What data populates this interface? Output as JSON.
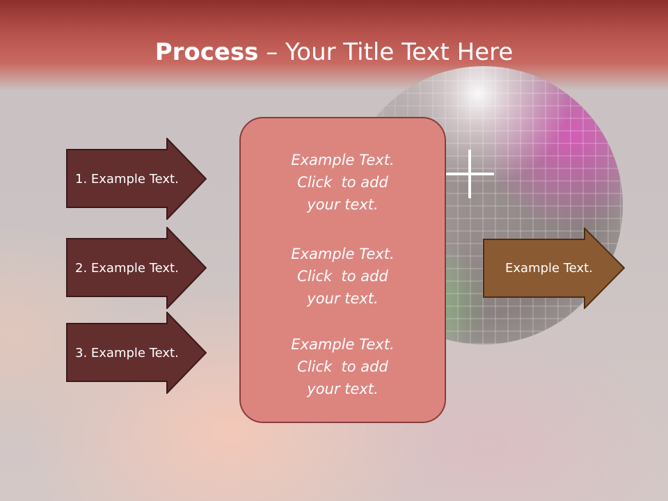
{
  "title": {
    "bold": "Process",
    "rest": " – Your Title Text Here"
  },
  "left_arrows": [
    {
      "label": "1. Example Text."
    },
    {
      "label": "2. Example Text."
    },
    {
      "label": "3. Example Text."
    }
  ],
  "center_box": {
    "blocks": [
      {
        "line1": "Example Text.",
        "line2": "Click  to add",
        "line3": "your text."
      },
      {
        "line1": "Example Text.",
        "line2": "Click  to add",
        "line3": "your text."
      },
      {
        "line1": "Example Text.",
        "line2": "Click  to add",
        "line3": "your text."
      }
    ]
  },
  "right_arrow": {
    "label": "Example Text."
  },
  "colors": {
    "header": "#b5504a",
    "left_arrow_fill": "#622e2e",
    "right_arrow_fill": "#8a5a32",
    "center_box_fill": "#dc857f"
  }
}
